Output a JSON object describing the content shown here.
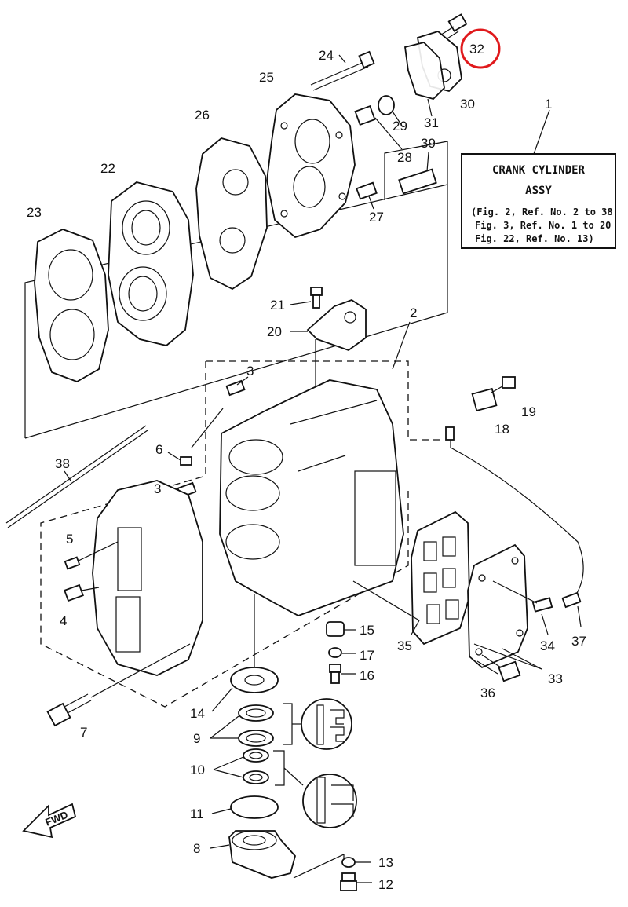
{
  "callout_box": {
    "title_line1": "CRANK CYLINDER",
    "title_line2": "ASSY",
    "ref1": "(Fig. 2, Ref. No. 2 to 38",
    "ref2": "Fig. 3, Ref. No. 1 to 20",
    "ref3": "Fig. 22, Ref. No. 13)"
  },
  "fwd_label": "FWD",
  "highlight_color": "#e0191c",
  "labels": {
    "n1": "1",
    "n2": "2",
    "n3a": "3",
    "n3b": "3",
    "n4": "4",
    "n5": "5",
    "n6": "6",
    "n7": "7",
    "n8": "8",
    "n9": "9",
    "n10": "10",
    "n11": "11",
    "n12": "12",
    "n13": "13",
    "n14": "14",
    "n15": "15",
    "n16": "16",
    "n17": "17",
    "n18": "18",
    "n19": "19",
    "n20": "20",
    "n21": "21",
    "n22": "22",
    "n23": "23",
    "n24": "24",
    "n25": "25",
    "n26": "26",
    "n27": "27",
    "n28": "28",
    "n29": "29",
    "n30": "30",
    "n31": "31",
    "n32": "32",
    "n33": "33",
    "n34": "34",
    "n35": "35",
    "n36": "36",
    "n37": "37",
    "n38": "38",
    "n39": "39"
  }
}
